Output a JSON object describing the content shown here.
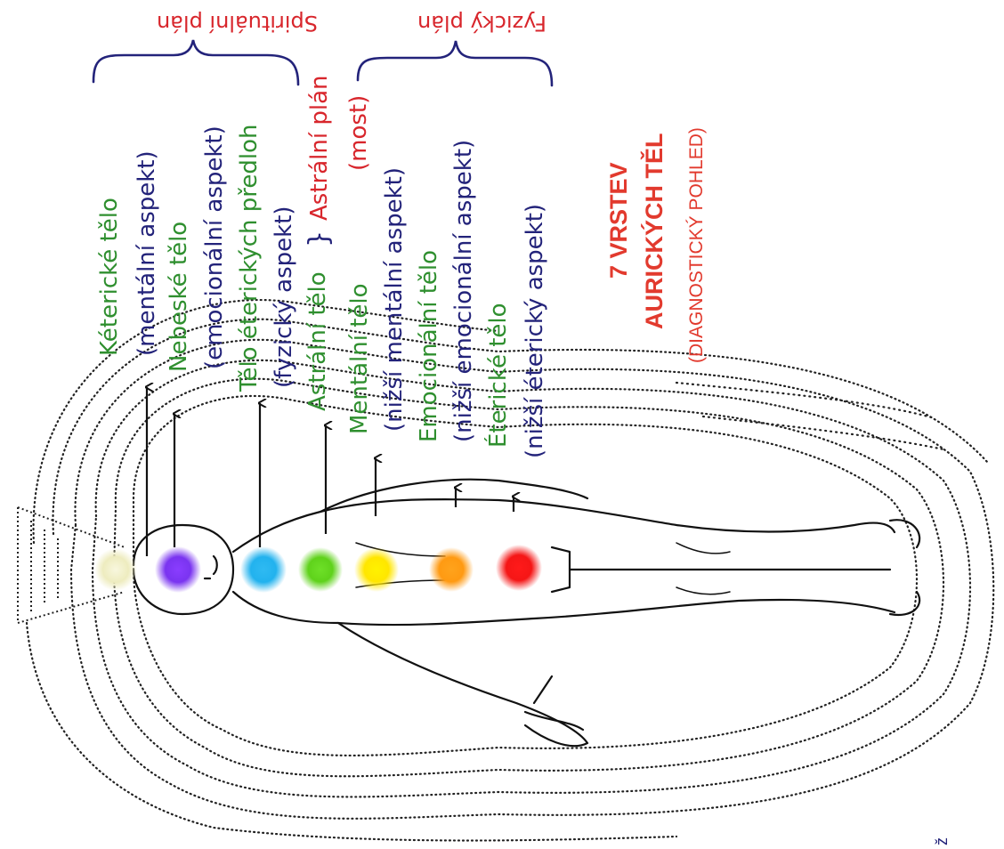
{
  "planes": {
    "spiritual": "Spirituální plán",
    "physical": "Fyzický plán",
    "astral": "Astrální plán",
    "astral_bridge": "(most)"
  },
  "layers": {
    "keteric": "Kéterické tělo",
    "keteric_aspect": "(mentální aspekt)",
    "celestial": "Nebeské tělo",
    "celestial_aspect": "(emocionální aspekt)",
    "template": "Tělo éterických předloh",
    "template_aspect": "(fyzický aspekt)",
    "astral": "Astrální tělo",
    "astral_bracket": "}",
    "mental": "Mentální tělo",
    "mental_aspect": "(nižší mentální aspekt)",
    "emotional": "Emocionální tělo",
    "emotional_aspect": "(nižší emocionální aspekt)",
    "etheric": "Éterické tělo",
    "etheric_aspect": "(nižší éterický aspekt)"
  },
  "title": {
    "line1": "7 VRSTEV",
    "line2": "AURICKÝCH TĚL",
    "line3": "(DIAGNOSTICKÝ POHLED)"
  },
  "corner_text": "ž",
  "chakras": [
    {
      "name": "crown-white",
      "color": "#f3f1c8"
    },
    {
      "name": "violet",
      "color": "#8a3dff"
    },
    {
      "name": "blue",
      "color": "#22b2ee"
    },
    {
      "name": "green",
      "color": "#5fd21b"
    },
    {
      "name": "yellow",
      "color": "#ffe600"
    },
    {
      "name": "orange",
      "color": "#ff9a12"
    },
    {
      "name": "red",
      "color": "#f51616"
    }
  ],
  "colors": {
    "body_text_green": "#2f8f2f",
    "aspect_text_navy": "#23237a",
    "plane_text_red": "#d8262c",
    "bracket_navy": "#23237a"
  }
}
